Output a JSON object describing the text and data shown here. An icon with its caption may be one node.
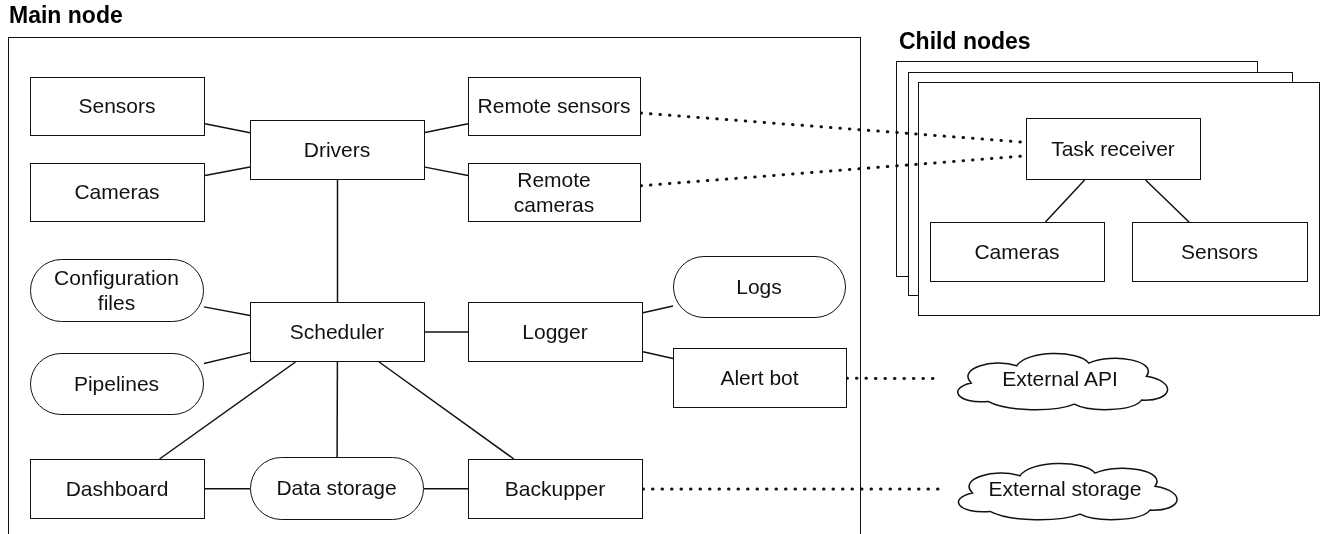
{
  "diagram": {
    "nodes": [
      {
        "text": [
          "Main node"
        ]
      },
      {
        "text": [
          "Sensors"
        ],
        "in": 0
      },
      {
        "text": [
          "Cameras"
        ],
        "in": 0
      },
      {
        "text": [
          "Drivers"
        ],
        "in": 0
      },
      {
        "text": [
          "Remote sensors"
        ],
        "in": 0
      },
      {
        "text": [
          "Remote cameras"
        ],
        "in": 0
      },
      {
        "text": [
          "Configuration files"
        ],
        "in": 0
      },
      {
        "text": [
          "Pipelines"
        ],
        "in": 0
      },
      {
        "text": [
          "Scheduler"
        ],
        "in": 0
      },
      {
        "text": [
          "Logger"
        ],
        "in": 0
      },
      {
        "text": [
          "Logs"
        ],
        "in": 0
      },
      {
        "text": [
          "Alert bot"
        ],
        "in": 0
      },
      {
        "text": [
          "Dashboard"
        ],
        "in": 0
      },
      {
        "text": [
          "Data storage"
        ],
        "in": 0
      },
      {
        "text": [
          "Backupper"
        ],
        "in": 0
      },
      {
        "text": [
          "Child nodes"
        ]
      },
      {
        "text": [
          "Task receiver"
        ],
        "in": 15
      },
      {
        "text": [
          "Cameras"
        ],
        "in": 15
      },
      {
        "text": [
          "Sensors"
        ],
        "in": 15
      },
      {
        "text": [
          "External API"
        ]
      },
      {
        "text": [
          "External storage"
        ]
      }
    ],
    "edges": [
      {
        "from": 1,
        "to": 3,
        "arrow": "none"
      },
      {
        "from": 2,
        "to": 3,
        "arrow": "none"
      },
      {
        "from": 3,
        "to": 4,
        "arrow": "none"
      },
      {
        "from": 3,
        "to": 5,
        "arrow": "none"
      },
      {
        "from": 3,
        "to": 8,
        "arrow": "none"
      },
      {
        "from": 6,
        "to": 8,
        "arrow": "none"
      },
      {
        "from": 7,
        "to": 8,
        "arrow": "none"
      },
      {
        "from": 8,
        "to": 9,
        "arrow": "none"
      },
      {
        "from": 9,
        "to": 10,
        "arrow": "none"
      },
      {
        "from": 9,
        "to": 11,
        "arrow": "none"
      },
      {
        "from": 8,
        "to": 12,
        "arrow": "none"
      },
      {
        "from": 8,
        "to": 13,
        "arrow": "none"
      },
      {
        "from": 8,
        "to": 14,
        "arrow": "none"
      },
      {
        "from": 12,
        "to": 13,
        "arrow": "none"
      },
      {
        "from": 13,
        "to": 14,
        "arrow": "none"
      },
      {
        "from": 16,
        "to": 17,
        "arrow": "none"
      },
      {
        "from": 16,
        "to": 18,
        "arrow": "none"
      },
      {
        "from": 4,
        "to": 16,
        "arrow": "none",
        "style": "dashed"
      },
      {
        "from": 5,
        "to": 16,
        "arrow": "none",
        "style": "dashed"
      },
      {
        "from": 11,
        "to": 19,
        "arrow": "none",
        "style": "dashed"
      },
      {
        "from": 14,
        "to": 20,
        "arrow": "none",
        "style": "dashed"
      }
    ]
  }
}
